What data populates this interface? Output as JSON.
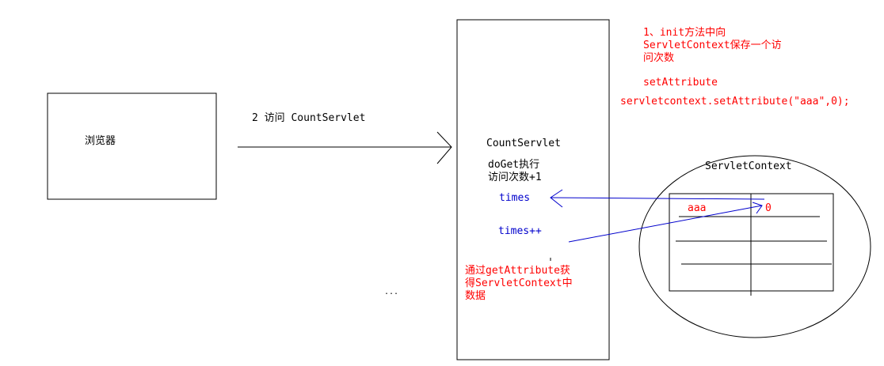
{
  "browser": {
    "label": "浏览器"
  },
  "request_arrow": {
    "label": "2 访问 CountServlet"
  },
  "servlet": {
    "title": "CountServlet",
    "line1": "doGet执行",
    "line2": "访问次数+1",
    "times": "times",
    "times_inc": "times++"
  },
  "get_note": {
    "line1": "通过getAttribute获",
    "line2": "得ServletContext中",
    "line3": "数据"
  },
  "init_note": {
    "line1": "1、init方法中向",
    "line2": "ServletContext保存一个访",
    "line3": "问次数",
    "line4": "setAttribute",
    "line5": "servletcontext.setAttribute(\"aaa\",0);"
  },
  "context": {
    "title": "ServletContext",
    "key": "aaa",
    "value": "0"
  },
  "stray": {
    "text": "..."
  },
  "colors": {
    "black": "#000000",
    "red": "#ff0000",
    "blue": "#0000cc"
  }
}
